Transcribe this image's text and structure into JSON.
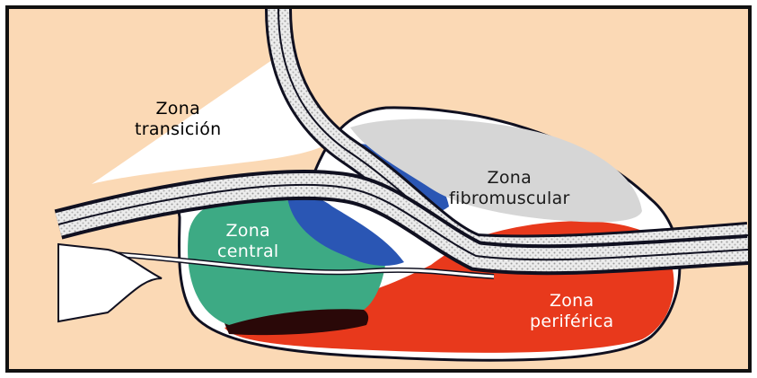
{
  "labels": {
    "transicion": {
      "line1": "Zona",
      "line2": "transición"
    },
    "fibromuscular": {
      "line1": "Zona",
      "line2": "fibromuscular"
    },
    "central": {
      "line1": "Zona",
      "line2": "central"
    },
    "periferica": {
      "line1": "Zona",
      "line2": "periférica"
    }
  },
  "colors": {
    "background": "#fbd9b5",
    "central_zone": "#3daa84",
    "peripheral_zone": "#e8391c",
    "fibromuscular_zone": "#d6d6d6",
    "transition_zone": "#2a56b4",
    "dark_region": "#2a0808",
    "outline": "#1a1a2a",
    "tissue": "#ffffff",
    "stipple": "#c8c8c8"
  }
}
